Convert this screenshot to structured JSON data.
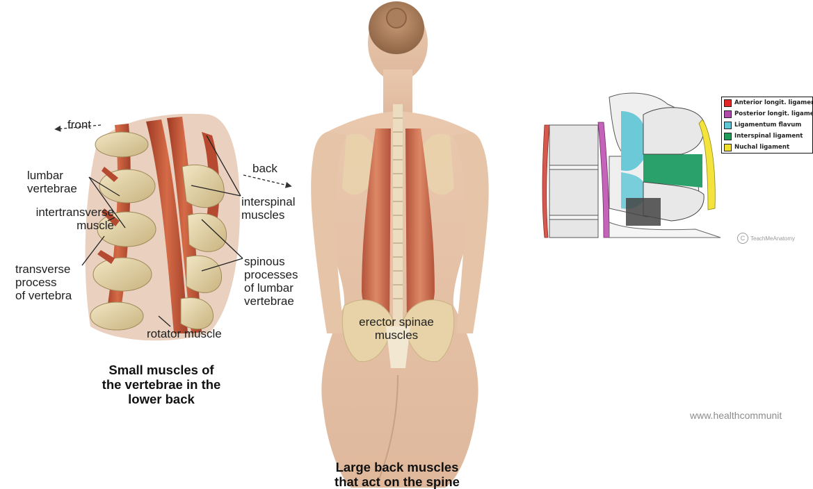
{
  "left_figure": {
    "labels": {
      "front": "front",
      "back": "back",
      "lumbar_vertebrae": "lumbar\nvertebrae",
      "intertransverse_muscle": "intertransverse\nmuscle",
      "transverse_process": "transverse\nprocess\nof vertebra",
      "interspinal_muscles": "interspinal\nmuscles",
      "spinous_processes": "spinous\nprocesses\nof lumbar\nvertebrae",
      "rotator_muscle": "rotator muscle"
    },
    "caption": "Small muscles of\nthe vertebrae in the\nlower back"
  },
  "center_figure": {
    "label": "erector spinae\nmuscles",
    "caption": "Large back muscles\nthat act on the spine"
  },
  "right_figure": {
    "legend": [
      {
        "label": "Anterior longit. ligament",
        "color": "#e32626"
      },
      {
        "label": "Posterior longit. ligament",
        "color": "#b04bab"
      },
      {
        "label": "Ligamentum flavum",
        "color": "#5fc6d6"
      },
      {
        "label": "Interspinal ligament",
        "color": "#1f9b5a"
      },
      {
        "label": "Nuchal ligament",
        "color": "#f2e12c"
      }
    ],
    "credit": "TeachMeAnatomy"
  },
  "watermark": "www.healthcommunit"
}
